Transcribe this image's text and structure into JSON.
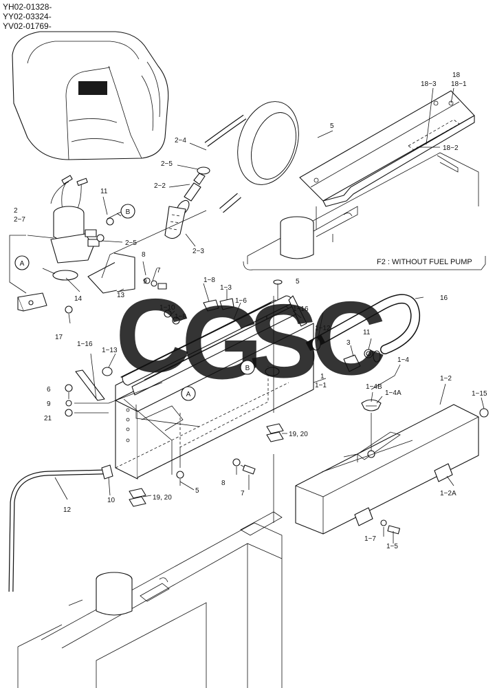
{
  "serials": [
    "YH02-01328-",
    "YY02-03324-",
    "YV02-01769-"
  ],
  "variant_note": "F2 : WITHOUT FUEL PUMP",
  "watermark": {
    "letters": [
      "C",
      "G",
      "S",
      "C"
    ],
    "colors": [
      "#4f8ef7",
      "#f0605a",
      "#f5c232",
      "#36b06e"
    ]
  },
  "callouts": [
    "18",
    "18−1",
    "18−3",
    "18−2",
    "5",
    "2−4",
    "2−5",
    "2−2",
    "2−3",
    "11",
    "B",
    "2",
    "2−7",
    "2−5",
    "A",
    "14",
    "13",
    "8",
    "9",
    "7",
    "17",
    "1−8",
    "1−3",
    "1−6",
    "5",
    "1−16",
    "1−10",
    "1−8",
    "1−12",
    "16",
    "3",
    "11",
    "1−4",
    "1−16",
    "1−13",
    "B",
    "1",
    "1−1",
    "1−4B",
    "1−4A",
    "1−2",
    "1−15",
    "6",
    "9",
    "21",
    "A",
    "19, 20",
    "8",
    "7",
    "5",
    "19, 20",
    "10",
    "12",
    "1−2A",
    "1−7",
    "1−5"
  ]
}
